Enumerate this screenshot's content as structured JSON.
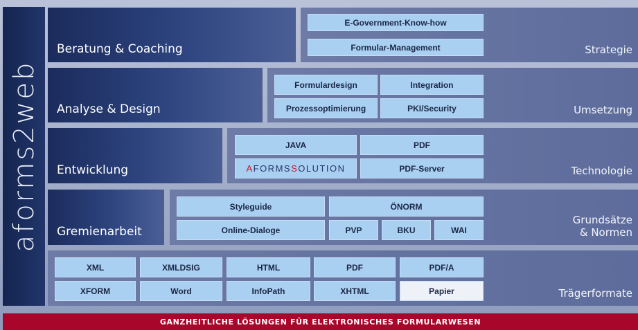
{
  "brand": {
    "title": "aforms2web"
  },
  "layers": [
    {
      "left": "Beratung & Coaching",
      "right": "Strategie",
      "boxes": [
        "E-Government-Know-how",
        "Formular-Management"
      ]
    },
    {
      "left": "Analyse & Design",
      "right": "Umsetzung",
      "boxes": [
        "Formulardesign",
        "Integration",
        "Prozessoptimierung",
        "PKI/Security"
      ]
    },
    {
      "left": "Entwicklung",
      "right": "Technologie",
      "boxes": [
        "JAVA",
        "PDF",
        "PDF-Server"
      ],
      "logo": {
        "a": "A",
        "forms": "FORMS",
        "s": "S",
        "olution": "OLUTION"
      }
    },
    {
      "left": "Gremienarbeit",
      "right_line1": "Grundsätze",
      "right_line2": "& Normen",
      "boxes": [
        "Styleguide",
        "ÖNORM",
        "Online-Dialoge",
        "PVP",
        "BKU",
        "WAI"
      ]
    },
    {
      "right": "Trägerformate",
      "boxes": [
        "XML",
        "XMLDSIG",
        "HTML",
        "PDF",
        "PDF/A",
        "XFORM",
        "Word",
        "InfoPath",
        "XHTML",
        "Papier"
      ]
    }
  ],
  "footer": "GANZHEITLICHE LÖSUNGEN FÜR ELEKTRONISCHES FORMULARWESEN",
  "colors": {
    "brand_bar": "#1b2b5c",
    "box": "#a9cff1",
    "footer": "#a8062a",
    "paper_box": "#eef1f7"
  }
}
